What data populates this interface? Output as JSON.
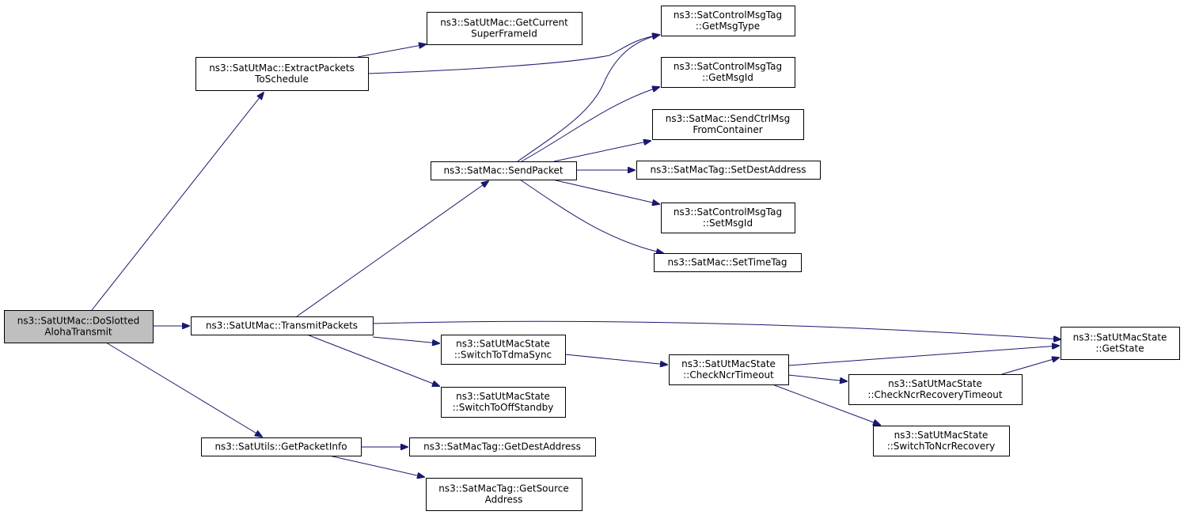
{
  "colors": {
    "edge": "#191970",
    "root_fill": "#bfbfbf",
    "node_fill": "#ffffff",
    "border": "#000000"
  },
  "nodes": [
    {
      "id": "do_slotted",
      "lines": [
        "ns3::SatUtMac::DoSlotted",
        "AlohaTransmit"
      ],
      "root": true
    },
    {
      "id": "extract",
      "lines": [
        "ns3::SatUtMac::ExtractPackets",
        "ToSchedule"
      ]
    },
    {
      "id": "get_current_sf",
      "lines": [
        "ns3::SatUtMac::GetCurrent",
        "SuperFrameId"
      ]
    },
    {
      "id": "get_msg_type",
      "lines": [
        "ns3::SatControlMsgTag",
        "::GetMsgType"
      ]
    },
    {
      "id": "get_msg_id",
      "lines": [
        "ns3::SatControlMsgTag",
        "::GetMsgId"
      ]
    },
    {
      "id": "send_ctrl",
      "lines": [
        "ns3::SatMac::SendCtrlMsg",
        "FromContainer"
      ]
    },
    {
      "id": "send_packet",
      "lines": [
        "ns3::SatMac::SendPacket"
      ]
    },
    {
      "id": "set_dest",
      "lines": [
        "ns3::SatMacTag::SetDestAddress"
      ]
    },
    {
      "id": "set_msg_id",
      "lines": [
        "ns3::SatControlMsgTag",
        "::SetMsgId"
      ]
    },
    {
      "id": "set_time_tag",
      "lines": [
        "ns3::SatMac::SetTimeTag"
      ]
    },
    {
      "id": "transmit",
      "lines": [
        "ns3::SatUtMac::TransmitPackets"
      ]
    },
    {
      "id": "get_state",
      "lines": [
        "ns3::SatUtMacState",
        "::GetState"
      ]
    },
    {
      "id": "switch_tdma",
      "lines": [
        "ns3::SatUtMacState",
        "::SwitchToTdmaSync"
      ]
    },
    {
      "id": "check_ncr",
      "lines": [
        "ns3::SatUtMacState",
        "::CheckNcrTimeout"
      ]
    },
    {
      "id": "check_ncr_rec",
      "lines": [
        "ns3::SatUtMacState",
        "::CheckNcrRecoveryTimeout"
      ]
    },
    {
      "id": "switch_off",
      "lines": [
        "ns3::SatUtMacState",
        "::SwitchToOffStandby"
      ]
    },
    {
      "id": "switch_ncr_rec",
      "lines": [
        "ns3::SatUtMacState",
        "::SwitchToNcrRecovery"
      ]
    },
    {
      "id": "get_packet_info",
      "lines": [
        "ns3::SatUtils::GetPacketInfo"
      ]
    },
    {
      "id": "get_dest",
      "lines": [
        "ns3::SatMacTag::GetDestAddress"
      ]
    },
    {
      "id": "get_source",
      "lines": [
        "ns3::SatMacTag::GetSource",
        "Address"
      ]
    }
  ],
  "edges": [
    {
      "from": "do_slotted",
      "to": "extract"
    },
    {
      "from": "do_slotted",
      "to": "transmit"
    },
    {
      "from": "do_slotted",
      "to": "get_packet_info"
    },
    {
      "from": "extract",
      "to": "get_current_sf"
    },
    {
      "from": "extract",
      "to": "get_msg_type"
    },
    {
      "from": "send_packet",
      "to": "get_msg_type"
    },
    {
      "from": "send_packet",
      "to": "get_msg_id"
    },
    {
      "from": "send_packet",
      "to": "send_ctrl"
    },
    {
      "from": "send_packet",
      "to": "set_dest"
    },
    {
      "from": "send_packet",
      "to": "set_msg_id"
    },
    {
      "from": "send_packet",
      "to": "set_time_tag"
    },
    {
      "from": "transmit",
      "to": "send_packet"
    },
    {
      "from": "transmit",
      "to": "get_state"
    },
    {
      "from": "transmit",
      "to": "switch_tdma"
    },
    {
      "from": "transmit",
      "to": "switch_off"
    },
    {
      "from": "switch_tdma",
      "to": "check_ncr"
    },
    {
      "from": "check_ncr",
      "to": "get_state"
    },
    {
      "from": "check_ncr",
      "to": "check_ncr_rec"
    },
    {
      "from": "check_ncr",
      "to": "switch_ncr_rec"
    },
    {
      "from": "check_ncr_rec",
      "to": "get_state"
    },
    {
      "from": "get_packet_info",
      "to": "get_dest"
    },
    {
      "from": "get_packet_info",
      "to": "get_source"
    }
  ]
}
